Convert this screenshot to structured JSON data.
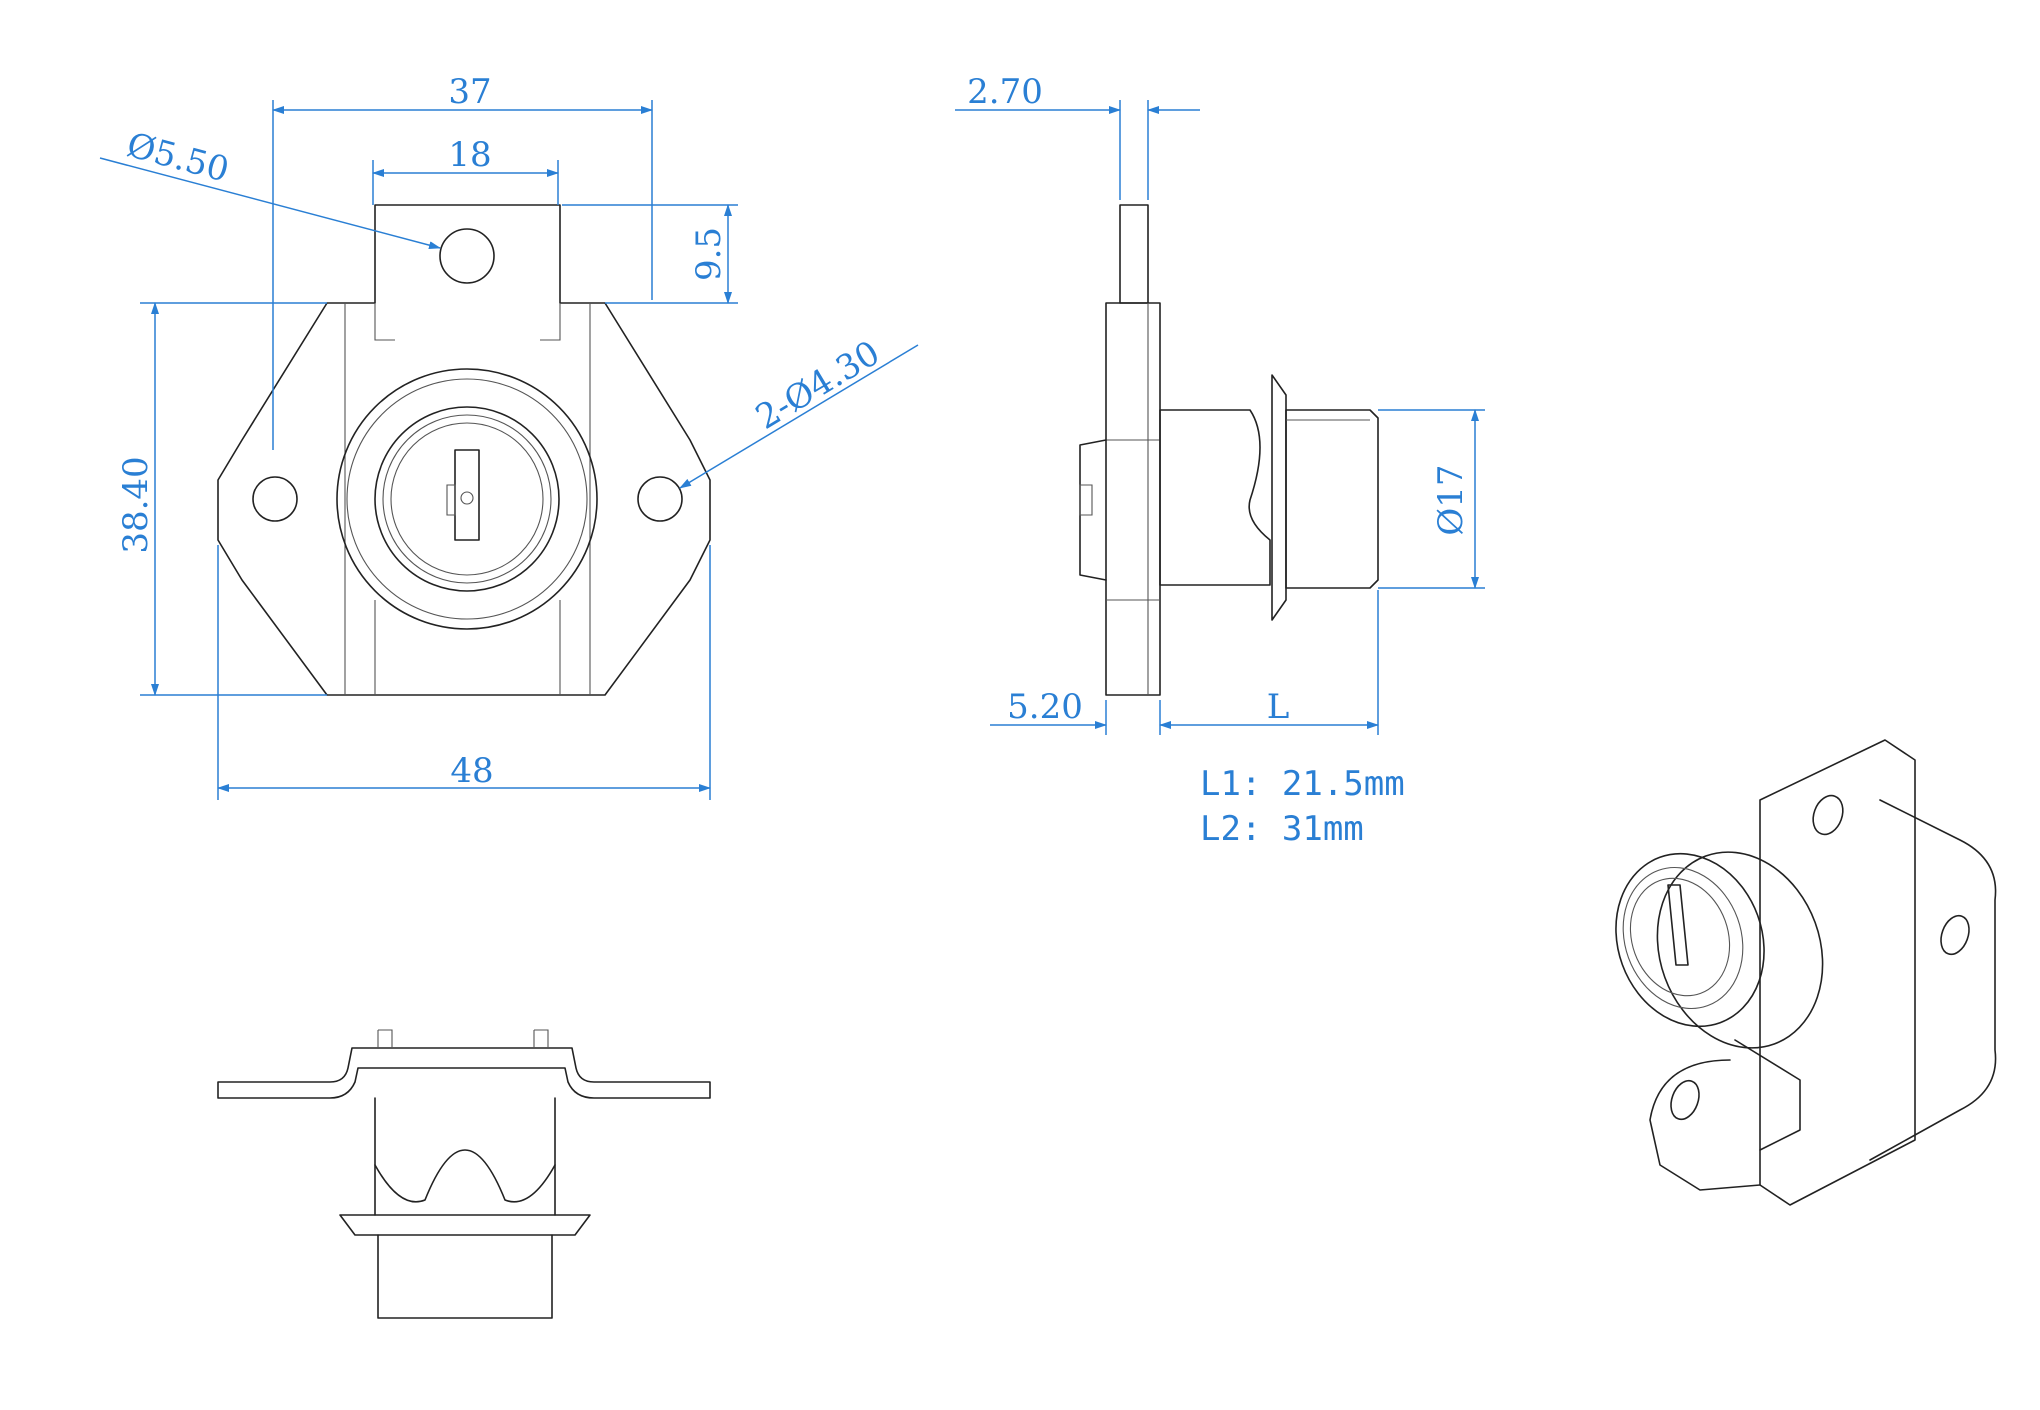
{
  "dimensions": {
    "width_37": "37",
    "slot_18": "18",
    "hole_dia_5_50": "Ø5.50",
    "tab_9_5": "9.5",
    "holes_2_dia_4_30": "2-Ø4.30",
    "height_38_40": "38.40",
    "width_48": "48",
    "thickness_2_70": "2.70",
    "dia_17": "Ø17",
    "base_5_20": "5.20",
    "length_L": "L"
  },
  "notes": {
    "l1": "L1: 21.5mm",
    "l2": "L2: 31mm"
  },
  "colors": {
    "dimension": "#2a7fd4",
    "outline": "#222222",
    "background": "#ffffff"
  }
}
